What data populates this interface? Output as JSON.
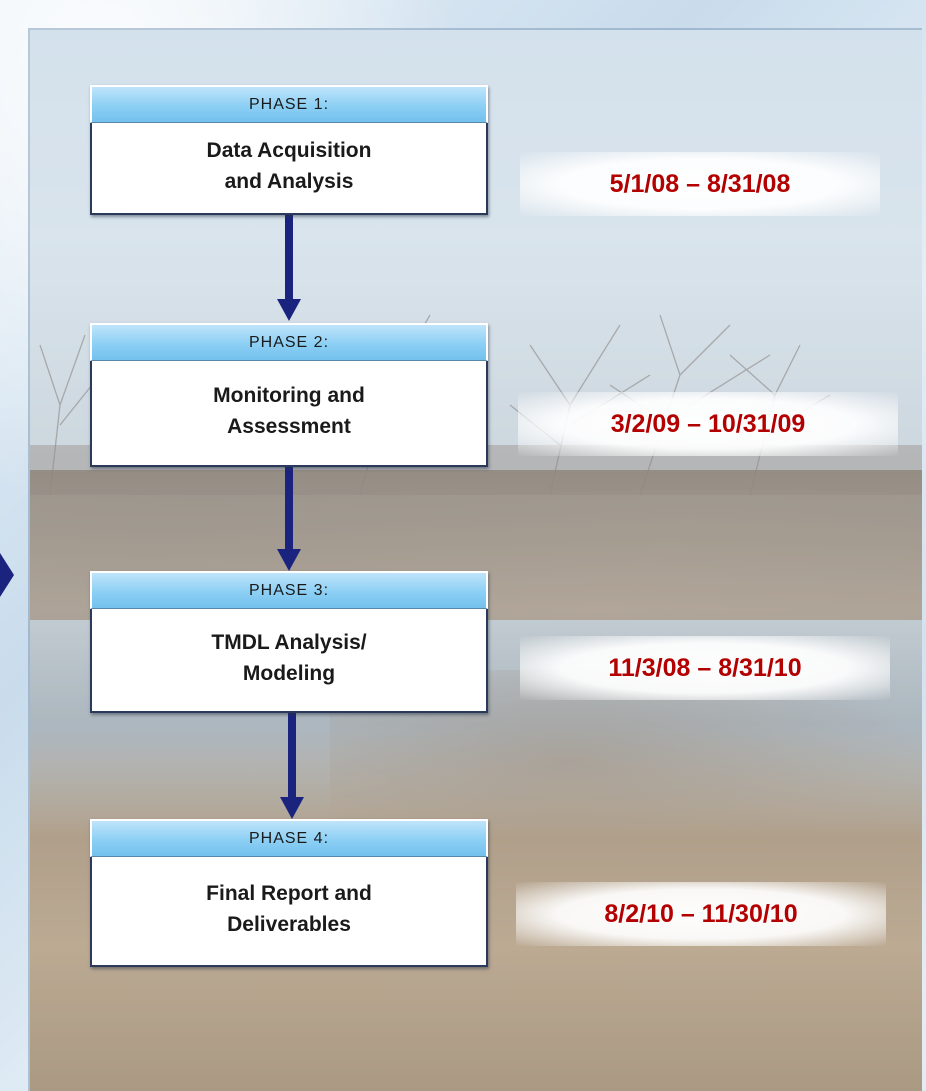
{
  "colors": {
    "header_fill": "#8ccff4",
    "arrow": "#1a237e",
    "date_text": "#b30000"
  },
  "phases": [
    {
      "header": "PHASE 1:",
      "title": "Data Acquisition\n and Analysis",
      "dates": "5/1/08 – 8/31/08"
    },
    {
      "header": "PHASE 2:",
      "title": "Monitoring and\n Assessment",
      "dates": "3/2/09 – 10/31/09"
    },
    {
      "header": "PHASE 3:",
      "title": "TMDL Analysis/\n Modeling",
      "dates": "11/3/08 – 8/31/10"
    },
    {
      "header": "PHASE 4:",
      "title": "Final Report and\nDeliverables",
      "dates": "8/2/10 – 11/30/10"
    }
  ]
}
